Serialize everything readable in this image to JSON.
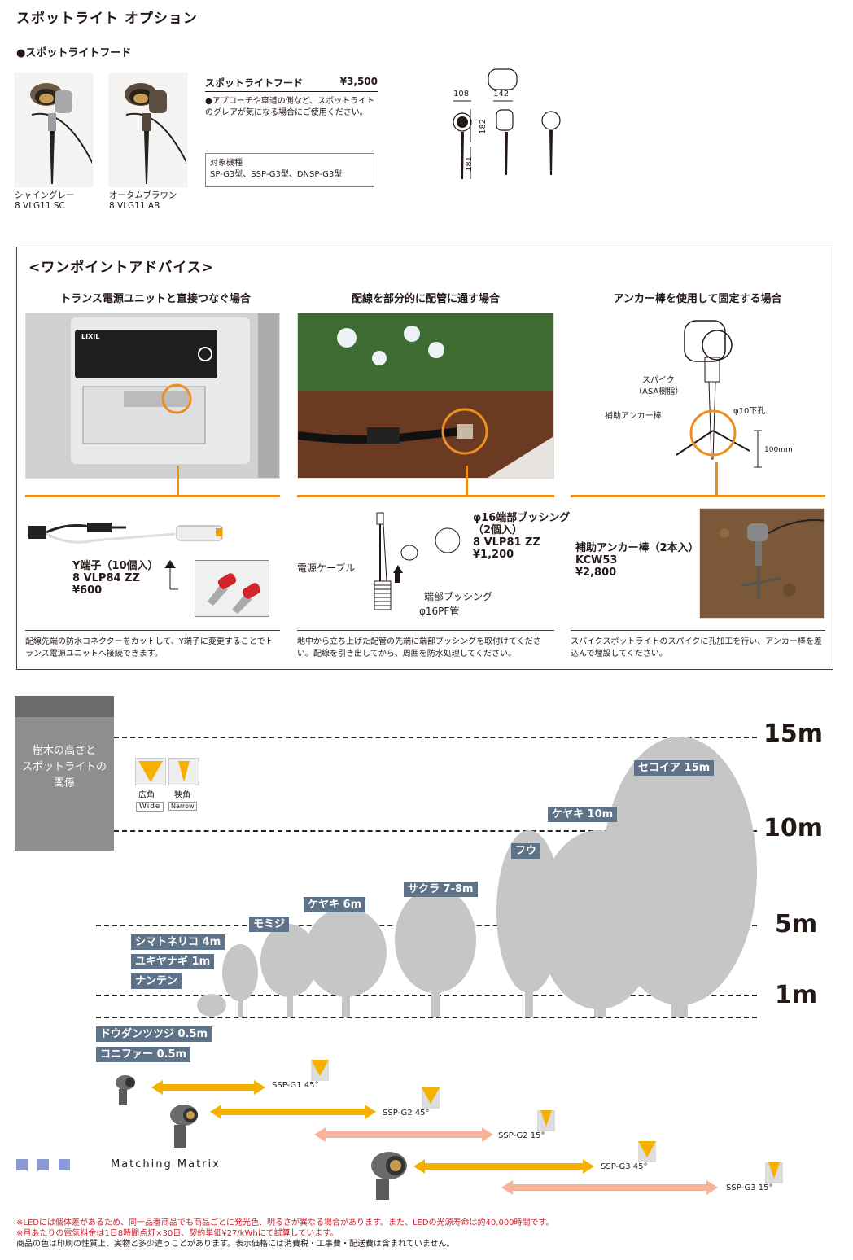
{
  "title": "スポットライト オプション",
  "hood_section": {
    "heading": "●スポットライトフード",
    "products": [
      {
        "color": "シャイングレー",
        "code": "8 VLG11 SC"
      },
      {
        "color": "オータムブラウン",
        "code": "8 VLG11 AB"
      }
    ],
    "name": "スポットライトフード",
    "price": "¥3,500",
    "desc": "●アプローチや車道の側など、スポットライトのグレアが気になる場合にご使用ください。",
    "target_label": "対象機種",
    "target_models": "SP-G3型、SSP-G3型、DNSP-G3型",
    "dims": {
      "width": "108",
      "depth": "142",
      "height": "182",
      "spike": "181"
    }
  },
  "advice": {
    "title": "<ワンポイントアドバイス>",
    "columns": [
      {
        "heading": "トランス電源ユニットと直接つなぐ場合",
        "panel_brand": "LIXIL",
        "item_name": "Y端子（10個入）",
        "item_code": "8 VLP84 ZZ",
        "item_price": "¥600",
        "text": "配線先端の防水コネクターをカットして、Y端子に変更することでトランス電源ユニットへ接続できます。"
      },
      {
        "heading": "配線を部分的に配管に通す場合",
        "item_name": "φ16端部ブッシング",
        "item_qty": "（2個入）",
        "item_code": "8 VLP81 ZZ",
        "item_price": "¥1,200",
        "label_cable": "電源ケーブル",
        "label_bushing": "端部ブッシング",
        "label_pipe": "φ16PF管",
        "text": "地中から立ち上げた配管の先端に端部ブッシングを取付けてください。配線を引き出してから、周囲を防水処理してください。"
      },
      {
        "heading": "アンカー棒を使用して固定する場合",
        "label_spike": "スパイク",
        "label_spike2": "（ASA樹脂）",
        "label_anchor": "補助アンカー棒",
        "label_hole": "φ10下孔",
        "label_depth": "100mm",
        "item_name": "補助アンカー棒（2本入）",
        "item_code": "KCW53",
        "item_price": "¥2,800",
        "text": "スパイクスポットライトのスパイクに孔加工を行い、アンカー棒を差込んで埋設してください。"
      }
    ]
  },
  "tree_chart": {
    "box_text": [
      "樹木の高さと",
      "スポットライトの",
      "関係"
    ],
    "wide_jp": "広角",
    "wide_en": "Wide",
    "narrow_jp": "狭角",
    "narrow_en": "Narrow",
    "heights": [
      "15m",
      "10m",
      "5m",
      "1m"
    ],
    "trees": [
      "セコイア 15m",
      "ケヤキ 10m",
      "フウ",
      "サクラ 7-8m",
      "ケヤキ 6m",
      "モミジ",
      "シマトネリコ 4m",
      "ユキヤナギ 1m",
      "ナンテン",
      "ドウダンツツジ 0.5m",
      "コニファー 0.5m"
    ],
    "matrix_label": "Matching Matrix",
    "ranges": [
      "SSP-G1 45°",
      "SSP-G2 45°",
      "SSP-G2 15°",
      "SSP-G3 45°",
      "SSP-G3 15°"
    ],
    "colors": {
      "wide": "#f6b100",
      "narrow": "#f5b39a",
      "tag": "#5e7288",
      "accent": "#ee8f1d"
    }
  },
  "footer": {
    "note1": "※LEDには個体差があるため、同一品番商品でも商品ごとに発光色、明るさが異なる場合があります。また、LEDの光源寿命は約40,000時間です。",
    "note2": "※月あたりの電気料金は1日8時間点灯×30日、契約単価¥27/kWhにて試算しています。",
    "note3": "商品の色は印刷の性質上、実物と多少違うことがあります。表示価格には消費税・工事費・配送費は含まれていません。"
  }
}
